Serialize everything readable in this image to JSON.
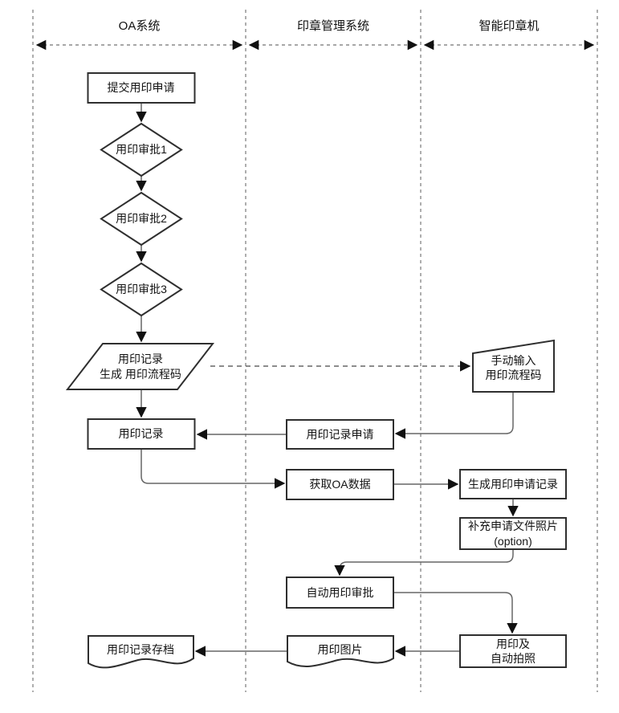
{
  "diagram": {
    "type": "swimlane-flowchart",
    "lanes": [
      {
        "id": "oa",
        "label": "OA系统"
      },
      {
        "id": "seal-mgmt",
        "label": "印章管理系统"
      },
      {
        "id": "smart-seal",
        "label": "智能印章机"
      }
    ],
    "nodes": [
      {
        "id": "submit",
        "lane": "oa",
        "shape": "rect",
        "label": "提交用印申请"
      },
      {
        "id": "approval-1",
        "lane": "oa",
        "shape": "diamond",
        "label": "用印审批1"
      },
      {
        "id": "approval-2",
        "lane": "oa",
        "shape": "diamond",
        "label": "用印审批2"
      },
      {
        "id": "approval-3",
        "lane": "oa",
        "shape": "diamond",
        "label": "用印审批3"
      },
      {
        "id": "record-gen",
        "lane": "oa",
        "shape": "parallelogram",
        "label": "用印记录\n生成 用印流程码"
      },
      {
        "id": "seal-record",
        "lane": "oa",
        "shape": "rect",
        "label": "用印记录"
      },
      {
        "id": "manual-input",
        "lane": "smart-seal",
        "shape": "manual-input",
        "label": "手动输入\n用印流程码"
      },
      {
        "id": "record-request",
        "lane": "seal-mgmt",
        "shape": "rect",
        "label": "用印记录申请"
      },
      {
        "id": "get-oa-data",
        "lane": "seal-mgmt",
        "shape": "rect",
        "label": "获取OA数据"
      },
      {
        "id": "gen-request-record",
        "lane": "smart-seal",
        "shape": "rect",
        "label": "生成用印申请记录"
      },
      {
        "id": "photo-option",
        "lane": "smart-seal",
        "shape": "rect",
        "label": "补充申请文件照片\n(option)"
      },
      {
        "id": "auto-approve",
        "lane": "seal-mgmt",
        "shape": "rect",
        "label": "自动用印审批"
      },
      {
        "id": "seal-and-photo",
        "lane": "smart-seal",
        "shape": "rect",
        "label": "用印及\n自动拍照"
      },
      {
        "id": "seal-image",
        "lane": "seal-mgmt",
        "shape": "document",
        "label": "用印图片"
      },
      {
        "id": "archive",
        "lane": "oa",
        "shape": "document",
        "label": "用印记录存档"
      }
    ],
    "edges": [
      {
        "from": "submit",
        "to": "approval-1",
        "style": "solid"
      },
      {
        "from": "approval-1",
        "to": "approval-2",
        "style": "solid"
      },
      {
        "from": "approval-2",
        "to": "approval-3",
        "style": "solid"
      },
      {
        "from": "approval-3",
        "to": "record-gen",
        "style": "solid"
      },
      {
        "from": "record-gen",
        "to": "seal-record",
        "style": "solid"
      },
      {
        "from": "record-gen",
        "to": "manual-input",
        "style": "dashed"
      },
      {
        "from": "manual-input",
        "to": "record-request",
        "style": "solid"
      },
      {
        "from": "record-request",
        "to": "seal-record",
        "style": "solid"
      },
      {
        "from": "seal-record",
        "to": "get-oa-data",
        "style": "solid"
      },
      {
        "from": "get-oa-data",
        "to": "gen-request-record",
        "style": "solid"
      },
      {
        "from": "gen-request-record",
        "to": "photo-option",
        "style": "solid"
      },
      {
        "from": "photo-option",
        "to": "auto-approve",
        "style": "solid"
      },
      {
        "from": "auto-approve",
        "to": "seal-and-photo",
        "style": "solid"
      },
      {
        "from": "seal-and-photo",
        "to": "seal-image",
        "style": "solid"
      },
      {
        "from": "seal-image",
        "to": "archive",
        "style": "solid"
      }
    ],
    "colors": {
      "background": "#ffffff",
      "node_border": "#2f2f2f",
      "node_fill": "#ffffff",
      "connector": "#666666",
      "arrowhead": "#111111",
      "lane_line": "#8c8c8c",
      "text": "#141414"
    }
  }
}
